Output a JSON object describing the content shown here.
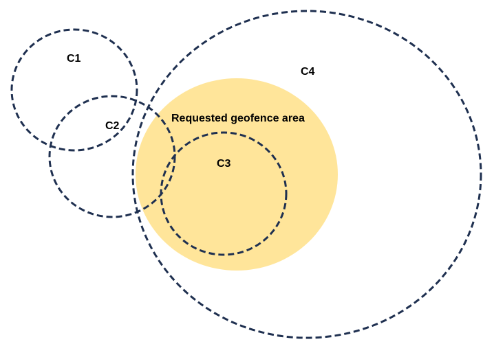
{
  "diagram": {
    "labels": {
      "c1": "C1",
      "c2": "C2",
      "c3": "C3",
      "c4": "C4",
      "geofence": "Requested geofence area"
    }
  },
  "colors": {
    "geofence_fill": "#FFE59A",
    "cell_stroke": "#1F3050",
    "label_text": "#000000",
    "background": "#FFFFFF"
  }
}
